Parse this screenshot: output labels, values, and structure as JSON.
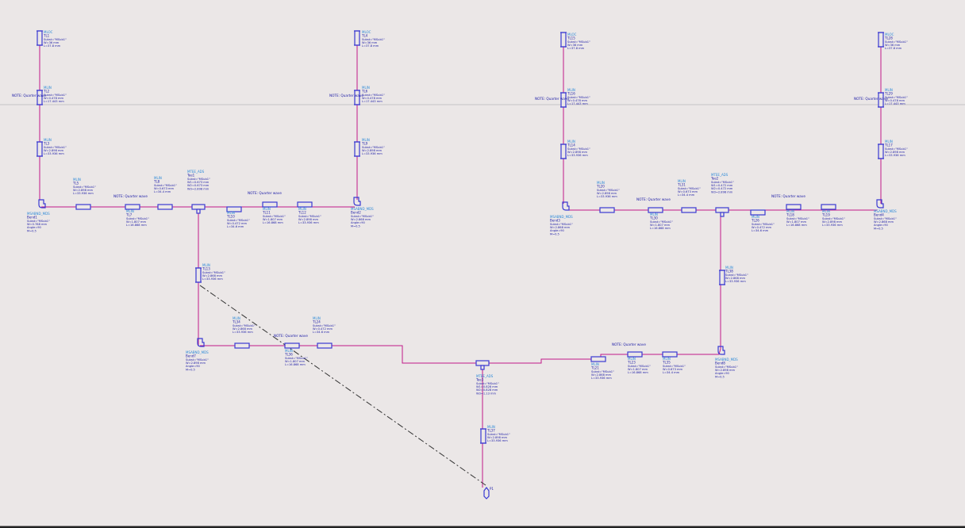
{
  "notes": [
    {
      "id": "n1",
      "text": "NOTE: Quarter wave"
    },
    {
      "id": "n2",
      "text": "NOTE: Quarter wave"
    },
    {
      "id": "n3",
      "text": "NOTE: Quarter wave"
    },
    {
      "id": "n4",
      "text": "NOTE: Quarter wave"
    },
    {
      "id": "n5",
      "text": "NOTE: Quarter wave"
    },
    {
      "id": "n6",
      "text": "NOTE: Quarter wave"
    },
    {
      "id": "n7",
      "text": "NOTE: Quarter wave"
    },
    {
      "id": "n8",
      "text": "NOTE: Quarter wave"
    },
    {
      "id": "n9",
      "text": "NOTE: Quarter wave"
    },
    {
      "id": "n10",
      "text": "NOTE: Quarter wave"
    },
    {
      "id": "n11",
      "text": "NOTE: Quarter wave"
    }
  ],
  "components": [
    {
      "id": "TL1",
      "kind": "stub",
      "type": "MLOC",
      "name": "TL1",
      "params": [
        "Subst=\"MSub1\"",
        "W=36 mm",
        "L=37.8 mm"
      ]
    },
    {
      "id": "TL2",
      "kind": "line",
      "type": "MLIN",
      "name": "TL2",
      "params": [
        "Subst=\"MSub1\"",
        "W=0.478 mm",
        "L=17.443 mm"
      ]
    },
    {
      "id": "TL3",
      "kind": "line",
      "type": "MLIN",
      "name": "TL3",
      "params": [
        "Subst=\"MSub1\"",
        "W=2.898 mm",
        "L=33.936 mm"
      ]
    },
    {
      "id": "Bend1",
      "kind": "bend",
      "type": "MSABND_MDS",
      "name": "Bend1",
      "params": [
        "Subst=\"MSub1\"",
        "W=0.788 mm",
        "Angle=90",
        "M=0.5"
      ]
    },
    {
      "id": "TL5",
      "kind": "line",
      "type": "MLIN",
      "name": "TL5",
      "params": [
        "Subst=\"MSub1\"",
        "W=2.898 mm",
        "L=33.936 mm"
      ]
    },
    {
      "id": "TL7",
      "kind": "line",
      "type": "MLIN",
      "name": "TL7",
      "params": [
        "Subst=\"MSub1\"",
        "W=1.807 mm",
        "L=16.868 mm"
      ]
    },
    {
      "id": "TL8",
      "kind": "line",
      "type": "MLIN",
      "name": "TL8",
      "params": [
        "Subst=\"MSub1\"",
        "W=0.673 mm",
        "L=34.4 mm"
      ]
    },
    {
      "id": "Tee1",
      "kind": "tee",
      "type": "MTEE_ADS",
      "name": "Tee1",
      "params": [
        "Subst=\"MSub1\"",
        "W1=0.673 mm",
        "W2=0.673 mm",
        "W3=2.898 mm"
      ]
    },
    {
      "id": "TL10",
      "kind": "line",
      "type": "MLIN",
      "name": "TL10",
      "params": [
        "Subst=\"MSub1\"",
        "W=0.472 mm",
        "L=34.6 mm"
      ]
    },
    {
      "id": "TL11",
      "kind": "line",
      "type": "MLIN",
      "name": "TL11",
      "params": [
        "Subst=\"MSub1\"",
        "W=1.807 mm",
        "L=16.868 mm"
      ]
    },
    {
      "id": "TL12",
      "kind": "line",
      "type": "MLIN",
      "name": "TL12",
      "params": [
        "Subst=\"MSub1\"",
        "W=2.898 mm",
        "L=33.936 mm"
      ]
    },
    {
      "id": "Bend2",
      "kind": "bend",
      "type": "MSABND_MDS",
      "name": "Bend2",
      "params": [
        "Subst=\"MSub1\"",
        "W=2.868 mm",
        "Angle=90",
        "M=0.5"
      ]
    },
    {
      "id": "TL4",
      "kind": "stub",
      "type": "MLOC",
      "name": "TL4",
      "params": [
        "Subst=\"MSub1\"",
        "W=36 mm",
        "L=37.8 mm"
      ]
    },
    {
      "id": "TL6",
      "kind": "line",
      "type": "MLIN",
      "name": "TL6",
      "params": [
        "Subst=\"MSub1\"",
        "W=0.478 mm",
        "L=17.443 mm"
      ]
    },
    {
      "id": "TL9",
      "kind": "line",
      "type": "MLIN",
      "name": "TL9",
      "params": [
        "Subst=\"MSub1\"",
        "W=2.898 mm",
        "L=33.936 mm"
      ]
    },
    {
      "id": "TL13",
      "kind": "line",
      "type": "MLIN",
      "name": "TL13",
      "params": [
        "Subst=\"MSub1\"",
        "W=2.868 mm",
        "L=33.936 mm"
      ]
    },
    {
      "id": "Bend7",
      "kind": "bend",
      "type": "MSABND_MDS",
      "name": "Bend7",
      "params": [
        "Subst=\"MSub1\"",
        "W=2.898 mm",
        "Angle=90",
        "M=0.5"
      ]
    },
    {
      "id": "TL34",
      "kind": "line",
      "type": "MLIN",
      "name": "TL34",
      "params": [
        "Subst=\"MSub1\"",
        "W=2.868 mm",
        "L=33.936 mm"
      ]
    },
    {
      "id": "TL36",
      "kind": "line",
      "type": "MLIN",
      "name": "TL36",
      "params": [
        "Subst=\"MSub1\"",
        "W=1.807 mm",
        "L=16.868 mm"
      ]
    },
    {
      "id": "TL24",
      "kind": "line",
      "type": "MLIN",
      "name": "TL24",
      "params": [
        "Subst=\"MSub1\"",
        "W=0.472 mm",
        "L=34.6 mm"
      ]
    },
    {
      "id": "TL15",
      "kind": "stub",
      "type": "MLOC",
      "name": "TL15",
      "params": [
        "Subst=\"MSub1\"",
        "W=36 mm",
        "L=37.8 mm"
      ]
    },
    {
      "id": "TL16",
      "kind": "line",
      "type": "MLIN",
      "name": "TL16",
      "params": [
        "Subst=\"MSub1\"",
        "W=0.478 mm",
        "L=17.443 mm"
      ]
    },
    {
      "id": "TL14",
      "kind": "line",
      "type": "MLIN",
      "name": "TL14",
      "params": [
        "Subst=\"MSub1\"",
        "W=2.898 mm",
        "L=33.936 mm"
      ]
    },
    {
      "id": "Bend3",
      "kind": "bend",
      "type": "MSABND_MDS",
      "name": "Bend3",
      "params": [
        "Subst=\"MSub1\"",
        "W=2.868 mm",
        "Angle=90",
        "M=0.5"
      ]
    },
    {
      "id": "TL20",
      "kind": "line",
      "type": "MLIN",
      "name": "TL20",
      "params": [
        "Subst=\"MSub1\"",
        "W=2.898 mm",
        "L=33.936 mm"
      ]
    },
    {
      "id": "TL30",
      "kind": "line",
      "type": "MLIN",
      "name": "TL30",
      "params": [
        "Subst=\"MSub1\"",
        "W=1.807 mm",
        "L=16.868 mm"
      ]
    },
    {
      "id": "TL31",
      "kind": "line",
      "type": "MLIN",
      "name": "TL31",
      "params": [
        "Subst=\"MSub1\"",
        "W=0.673 mm",
        "L=34.4 mm"
      ]
    },
    {
      "id": "Tee2",
      "kind": "tee",
      "type": "MTEE_ADS",
      "name": "Tee2",
      "params": [
        "Subst=\"MSub1\"",
        "W1=0.472 mm",
        "W2=0.472 mm",
        "W3=2.898 mm"
      ]
    },
    {
      "id": "TL26",
      "kind": "line",
      "type": "MLIN",
      "name": "TL26",
      "params": [
        "Subst=\"MSub1\"",
        "W=0.472 mm",
        "L=34.6 mm"
      ]
    },
    {
      "id": "TL18",
      "kind": "line",
      "type": "MLIN",
      "name": "TL18",
      "params": [
        "Subst=\"MSub1\"",
        "W=1.807 mm",
        "L=16.868 mm"
      ]
    },
    {
      "id": "TL19",
      "kind": "line",
      "type": "MLIN",
      "name": "TL19",
      "params": [
        "Subst=\"MSub1\"",
        "W=2.898 mm",
        "L=33.936 mm"
      ]
    },
    {
      "id": "Bend4",
      "kind": "bend",
      "type": "MSABND_MDS",
      "name": "Bend4",
      "params": [
        "Subst=\"MSub1\"",
        "W=2.868 mm",
        "Angle=90",
        "M=0.5"
      ]
    },
    {
      "id": "TL28",
      "kind": "stub",
      "type": "MLOC",
      "name": "TL28",
      "params": [
        "Subst=\"MSub1\"",
        "W=36 mm",
        "L=37.8 mm"
      ]
    },
    {
      "id": "TL29",
      "kind": "line",
      "type": "MLIN",
      "name": "TL29",
      "params": [
        "Subst=\"MSub1\"",
        "W=0.478 mm",
        "L=17.443 mm"
      ]
    },
    {
      "id": "TL17",
      "kind": "line",
      "type": "MLIN",
      "name": "TL17",
      "params": [
        "Subst=\"MSub1\"",
        "W=2.898 mm",
        "L=33.936 mm"
      ]
    },
    {
      "id": "TL38",
      "kind": "line",
      "type": "MLIN",
      "name": "TL38",
      "params": [
        "Subst=\"MSub1\"",
        "W=2.868 mm",
        "L=33.936 mm"
      ]
    },
    {
      "id": "Bend8",
      "kind": "bend",
      "type": "MSABND_MDS",
      "name": "Bend8",
      "params": [
        "Subst=\"MSub1\"",
        "W=2.898 mm",
        "Angle=90",
        "M=0.5"
      ]
    },
    {
      "id": "TL21",
      "kind": "line",
      "type": "MLIN",
      "name": "TL21",
      "params": [
        "Subst=\"MSub1\"",
        "W=2.868 mm",
        "L=33.936 mm"
      ]
    },
    {
      "id": "TL23",
      "kind": "line",
      "type": "MLIN",
      "name": "TL23",
      "params": [
        "Subst=\"MSub1\"",
        "W=1.807 mm",
        "L=16.868 mm"
      ]
    },
    {
      "id": "TL35",
      "kind": "line",
      "type": "MLIN",
      "name": "TL35",
      "params": [
        "Subst=\"MSub1\"",
        "W=0.673 mm",
        "L=34.4 mm"
      ]
    },
    {
      "id": "Tee3",
      "kind": "tee",
      "type": "MTEE_ADS",
      "name": "Tee3",
      "params": [
        "Subst=\"MSub1\"",
        "W1=0.828 mm",
        "W2=0.828 mm",
        "W3=1.13 mm"
      ]
    },
    {
      "id": "TL37",
      "kind": "line",
      "type": "MLIN",
      "name": "TL37",
      "params": [
        "Subst=\"MSub1\"",
        "W=2.898 mm",
        "L=33.936 mm"
      ]
    },
    {
      "id": "P1",
      "kind": "port",
      "type": "",
      "name": "P1",
      "params": []
    }
  ],
  "colors": {
    "background": "#ebe7e7",
    "wire": "#c2188a",
    "component": "#3a3ad2",
    "type_label": "#2d8ad8",
    "param_label": "#2020a8"
  }
}
